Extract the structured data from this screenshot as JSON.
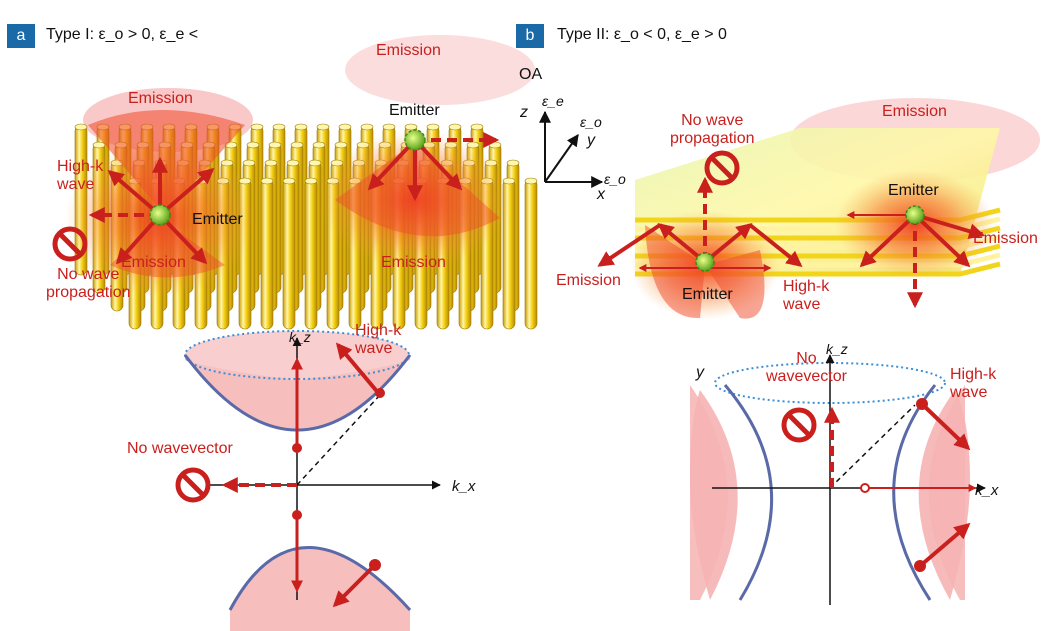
{
  "panel_a": {
    "badge": "a",
    "title": "Type I: ε_o > 0, ε_e <",
    "labels": {
      "emission_top": "Emission",
      "emission_right": "Emission",
      "emission_bottom_left": "Emission",
      "emission_bottom_right": "Emission",
      "emitter_left": "Emitter",
      "emitter_right": "Emitter",
      "high_k_wave": "High-k\nwave",
      "no_wave_propagation": "No wave\npropagation",
      "high_k_wave_dispersion": "High-k\nwave",
      "no_wavevector": "No wavevector",
      "kz": "k_z",
      "kx": "k_x"
    }
  },
  "panel_b": {
    "badge": "b",
    "title": "Type II: ε_o < 0, ε_e > 0",
    "labels": {
      "oa": "OA",
      "axis_z": "z",
      "axis_y": "y",
      "axis_x": "x",
      "eps_e": "ε_e",
      "eps_o_y": "ε_o",
      "eps_o_x": "ε_o",
      "no_wave_propagation": "No wave\npropagation",
      "emission_top_right": "Emission",
      "emission_right": "Emission",
      "emission_left": "Emission",
      "emitter_bottom": "Emitter",
      "emitter_right": "Emitter",
      "high_k_wave": "High-k\nwave",
      "no_wavevector": "No\nwavevector",
      "high_k_wave_dispersion": "High-k\nwave",
      "kz": "k_z",
      "kx": "k_x",
      "y_marker": "y"
    }
  },
  "colors": {
    "badge_blue": "#1a6aa8",
    "label_red": "#c9201e",
    "arrow_red": "#c9201e",
    "glow_red": "#f04a2a",
    "pink_fill": "#f6b3b3",
    "curve_blue": "#5a6aa8",
    "rod_yellow": "#f6d21e",
    "dotted_blue": "#3b8fd6",
    "emitter_green": "#8bc53f"
  }
}
